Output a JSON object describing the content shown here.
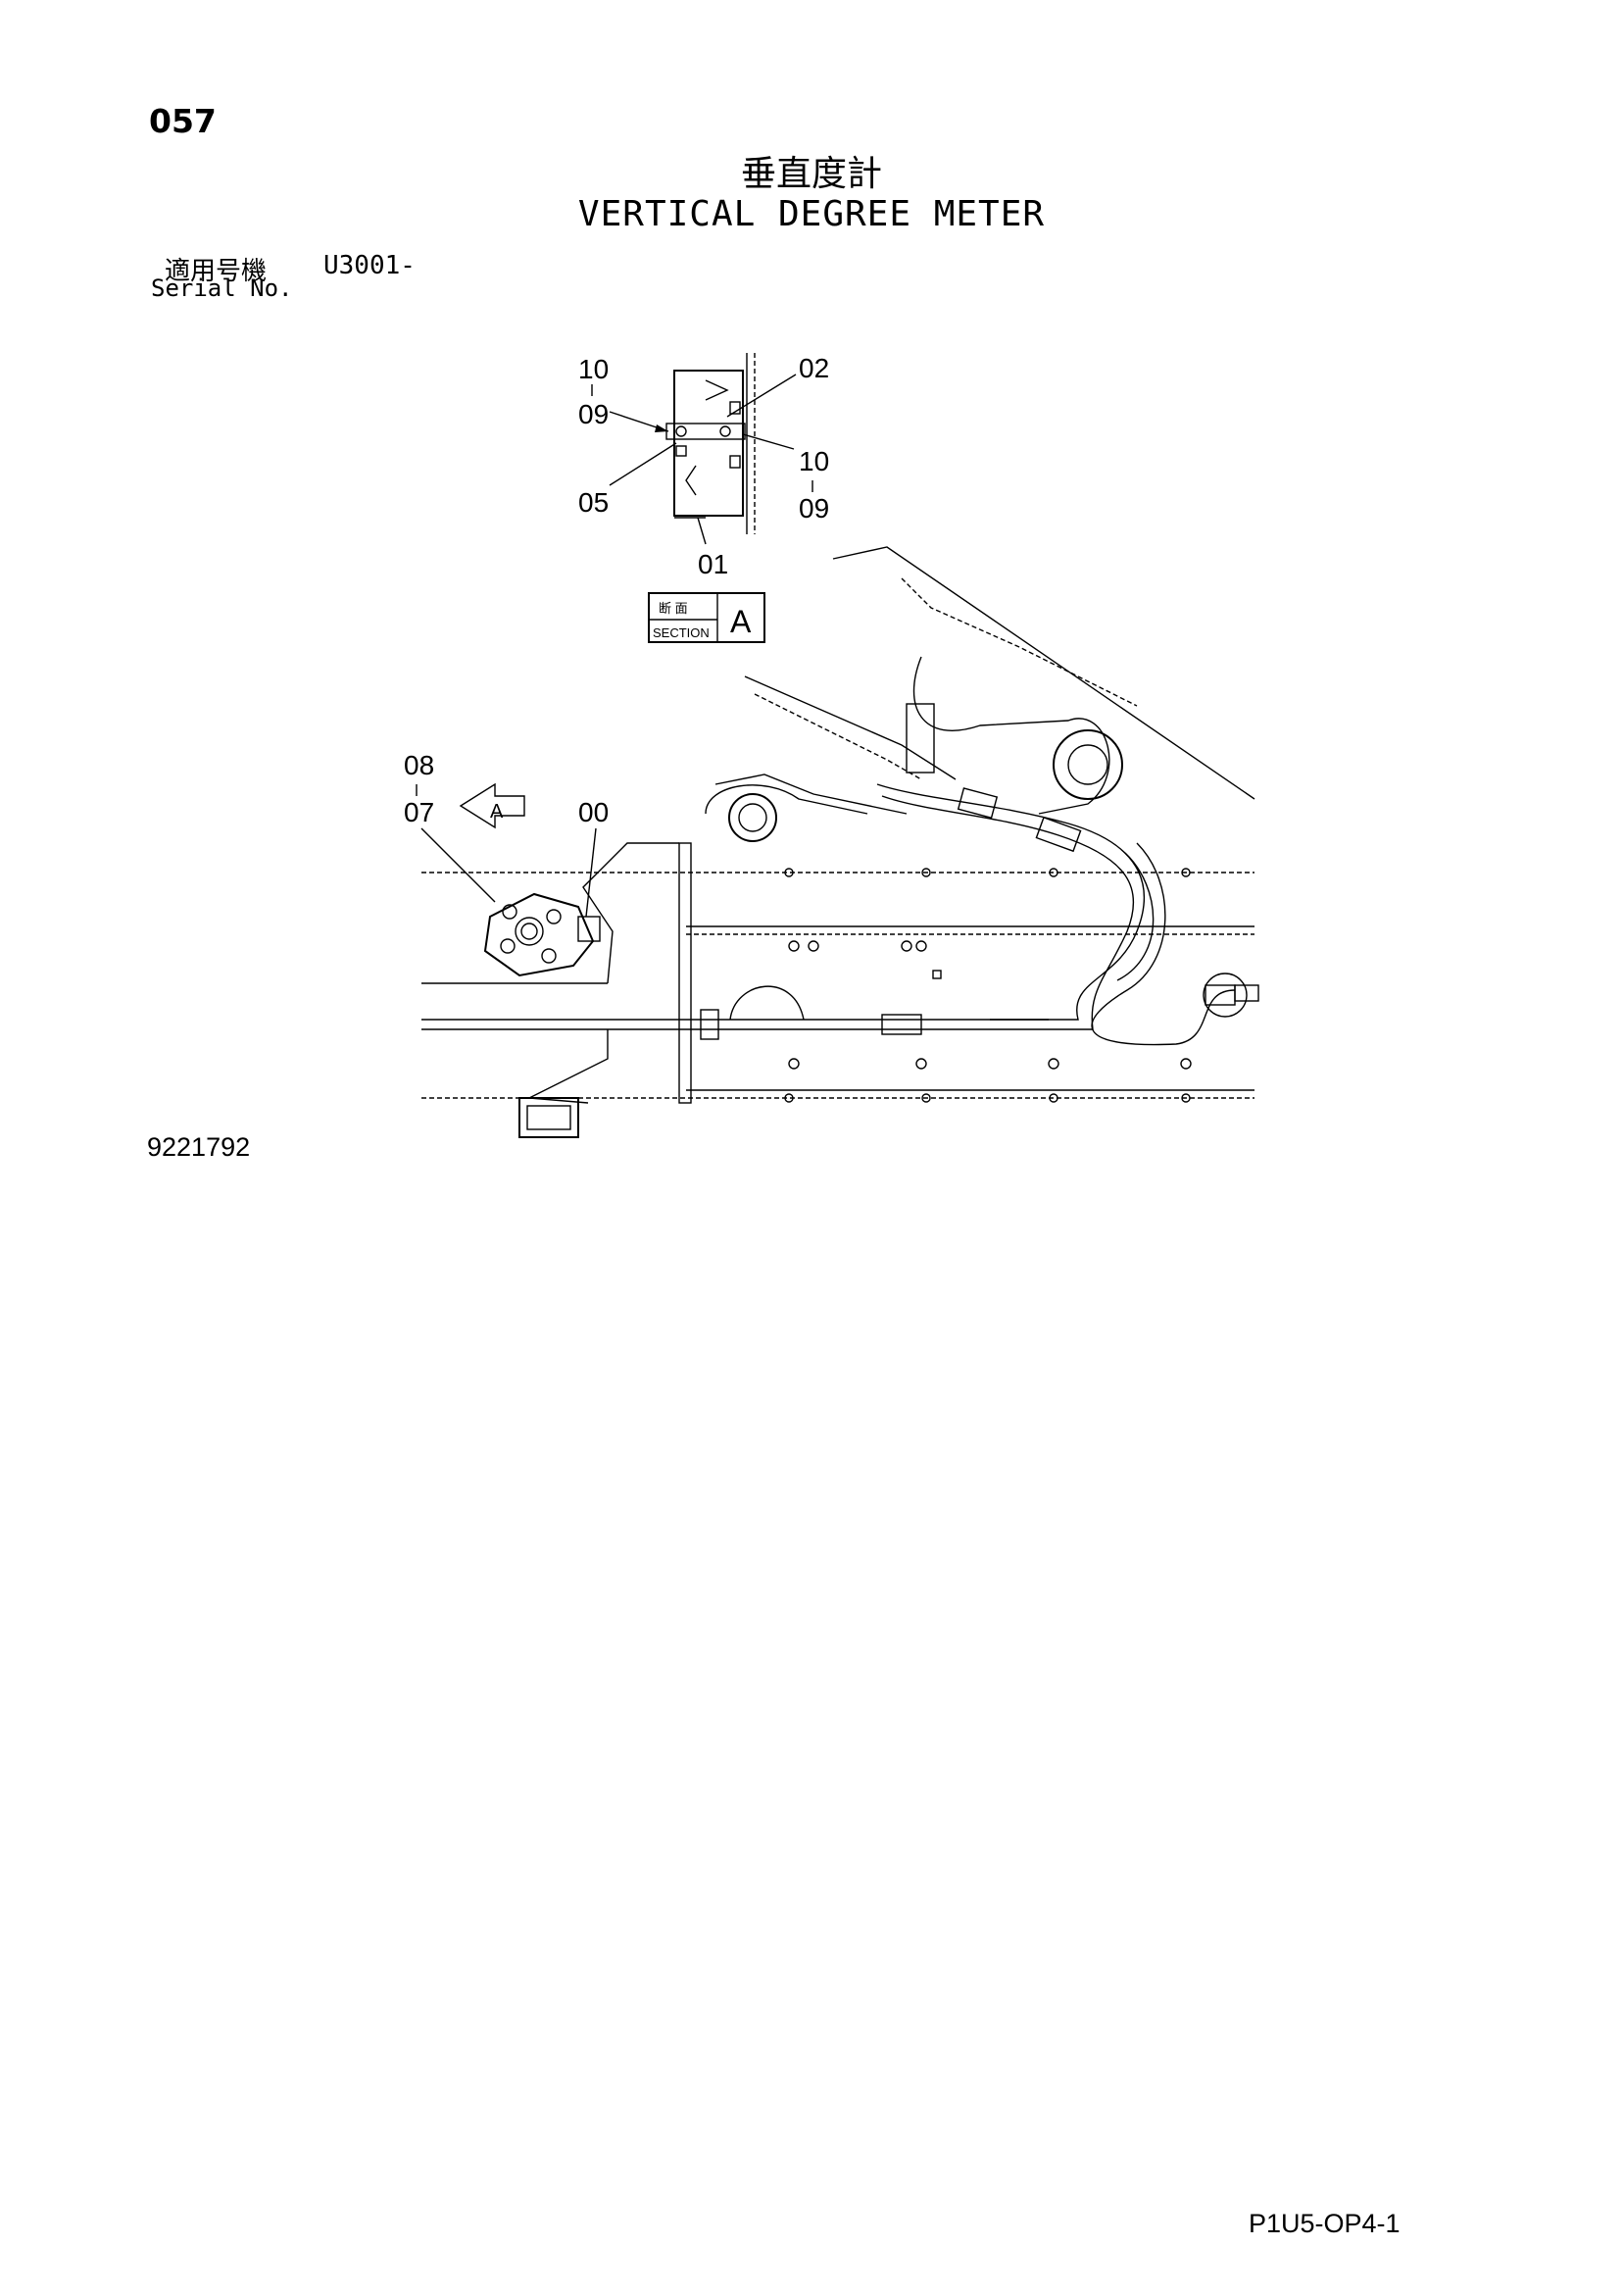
{
  "page_number": "057",
  "title_jp": "垂直度計",
  "title_en": "VERTICAL DEGREE METER",
  "serial": {
    "label_jp": "適用号機",
    "value": "U3001-",
    "label_en": "Serial No."
  },
  "section_box": {
    "jp": "断 面",
    "en": "SECTION",
    "letter": "A"
  },
  "view_arrow_letter": "A",
  "callouts": {
    "c10_top": "10",
    "c09_top": "09",
    "c05": "05",
    "c02": "02",
    "c10_right": "10",
    "c09_right": "09",
    "c01": "01",
    "c08": "08",
    "c07": "07",
    "c00": "00"
  },
  "drawing_number": "9221792",
  "page_code": "P1U5-OP4-1"
}
